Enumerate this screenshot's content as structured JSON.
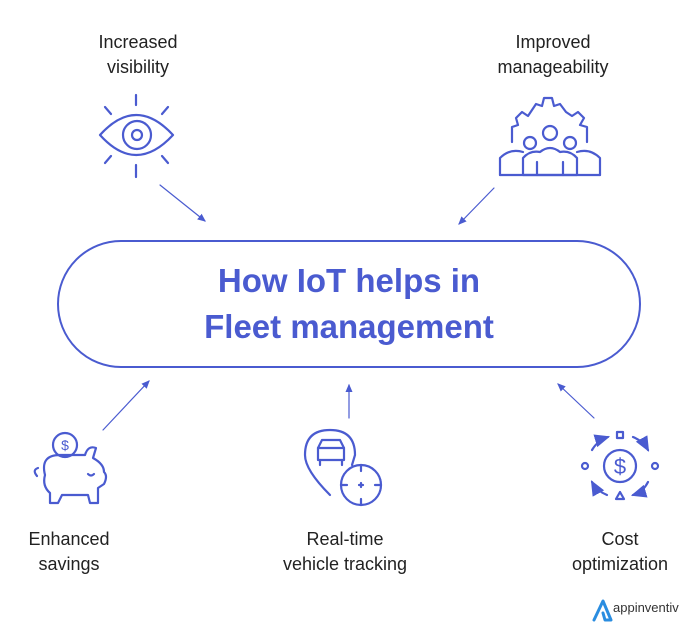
{
  "title": {
    "line1": "How IoT helps in",
    "line2": "Fleet management"
  },
  "benefits": [
    {
      "line1": "Increased",
      "line2": "visibility",
      "icon": "eye-icon"
    },
    {
      "line1": "Improved",
      "line2": "manageability",
      "icon": "gear-team-icon"
    },
    {
      "line1": "Enhanced",
      "line2": "savings",
      "icon": "piggy-bank-icon"
    },
    {
      "line1": "Real-time",
      "line2": "vehicle tracking",
      "icon": "vehicle-location-icon"
    },
    {
      "line1": "Cost",
      "line2": "optimization",
      "icon": "cost-cycle-icon"
    }
  ],
  "logo": {
    "text": "appinventiv"
  },
  "colors": {
    "accent": "#4a5bd0",
    "logo": "#2a8de0"
  }
}
